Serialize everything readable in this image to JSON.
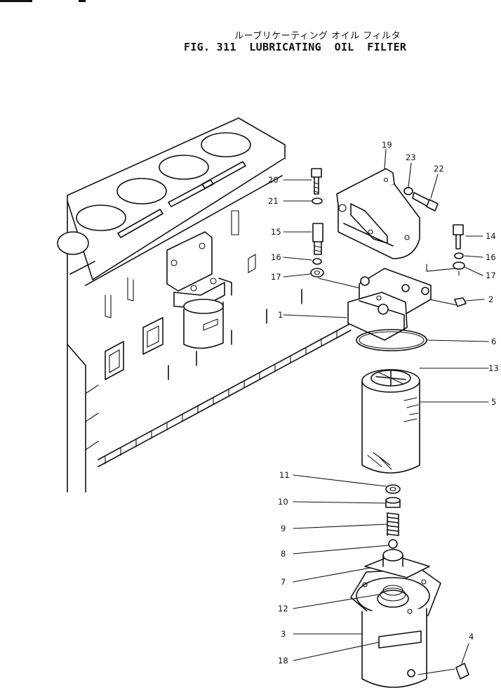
{
  "title": {
    "japanese": "ルーブリケーティング オイル フィルタ",
    "figure": "FIG. 311  LUBRICATING  OIL  FILTER"
  },
  "callouts": [
    {
      "id": "c19",
      "text": "19"
    },
    {
      "id": "c23",
      "text": "23"
    },
    {
      "id": "c22",
      "text": "22"
    },
    {
      "id": "c20",
      "text": "20"
    },
    {
      "id": "c21",
      "text": "21"
    },
    {
      "id": "c15",
      "text": "15"
    },
    {
      "id": "c16a",
      "text": "16"
    },
    {
      "id": "c17a",
      "text": "17"
    },
    {
      "id": "c14",
      "text": "14"
    },
    {
      "id": "c16b",
      "text": "16"
    },
    {
      "id": "c17b",
      "text": "17"
    },
    {
      "id": "c2",
      "text": "2"
    },
    {
      "id": "c1",
      "text": "1"
    },
    {
      "id": "c6",
      "text": "6"
    },
    {
      "id": "c13",
      "text": "13"
    },
    {
      "id": "c5",
      "text": "5"
    },
    {
      "id": "c11",
      "text": "11"
    },
    {
      "id": "c10",
      "text": "10"
    },
    {
      "id": "c9",
      "text": "9"
    },
    {
      "id": "c8",
      "text": "8"
    },
    {
      "id": "c7",
      "text": "7"
    },
    {
      "id": "c12",
      "text": "12"
    },
    {
      "id": "c3",
      "text": "3"
    },
    {
      "id": "c4",
      "text": "4"
    },
    {
      "id": "c18",
      "text": "18"
    }
  ]
}
